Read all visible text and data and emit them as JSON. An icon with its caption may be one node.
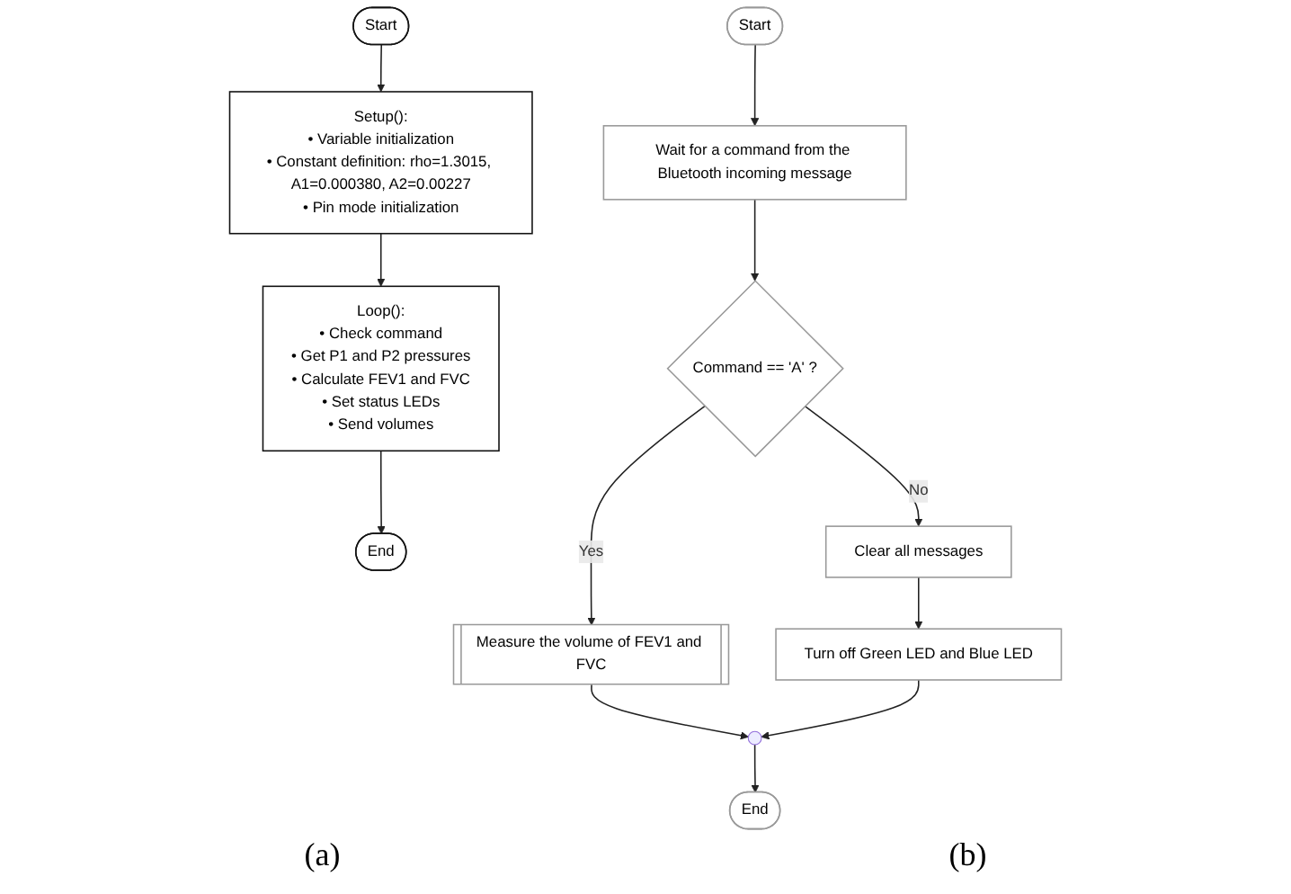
{
  "diagram": {
    "nodes": [
      {
        "text": [
          "Start"
        ]
      },
      {
        "text": [
          "Setup():",
          "• Variable initialization",
          "• Constant definition: rho=1.3015, A1=0.000380, A2=0.00227",
          "• Pin mode initialization"
        ]
      },
      {
        "text": [
          "Loop():",
          "• Check command",
          "• Get P1 and P2 pressures",
          "• Calculate FEV1 and FVC",
          "• Set status LEDs",
          "• Send volumes"
        ]
      },
      {
        "text": [
          "End"
        ]
      },
      {
        "text": [
          "Start"
        ]
      },
      {
        "text": [
          "Wait for a command from the Bluetooth incoming message"
        ]
      },
      {
        "text": [
          "Command == 'A' ?"
        ]
      },
      {
        "text": [
          "Clear all messages"
        ]
      },
      {
        "text": [
          "Measure the volume of FEV1 and FVC"
        ]
      },
      {
        "text": [
          "Turn off Green LED and Blue LED"
        ]
      },
      {
        "text": [],
        "shape": "circle"
      },
      {
        "text": [
          "End"
        ]
      }
    ],
    "edges": [
      {
        "from": 0,
        "to": 1,
        "arrow": "to"
      },
      {
        "from": 1,
        "to": 2,
        "arrow": "to"
      },
      {
        "from": 2,
        "to": 3,
        "arrow": "to"
      },
      {
        "from": 4,
        "to": 5,
        "arrow": "to"
      },
      {
        "from": 5,
        "to": 6,
        "arrow": "to"
      },
      {
        "from": 6,
        "to": 7,
        "arrow": "to",
        "label": "No"
      },
      {
        "from": 6,
        "to": 8,
        "arrow": "to",
        "label": "Yes"
      },
      {
        "from": 7,
        "to": 9,
        "arrow": "to"
      },
      {
        "from": 8,
        "to": 10,
        "arrow": "to"
      },
      {
        "from": 9,
        "to": 10,
        "arrow": "to"
      },
      {
        "from": 10,
        "to": 11,
        "arrow": "to"
      }
    ],
    "labels": [
      "(a)",
      "(b)"
    ]
  }
}
